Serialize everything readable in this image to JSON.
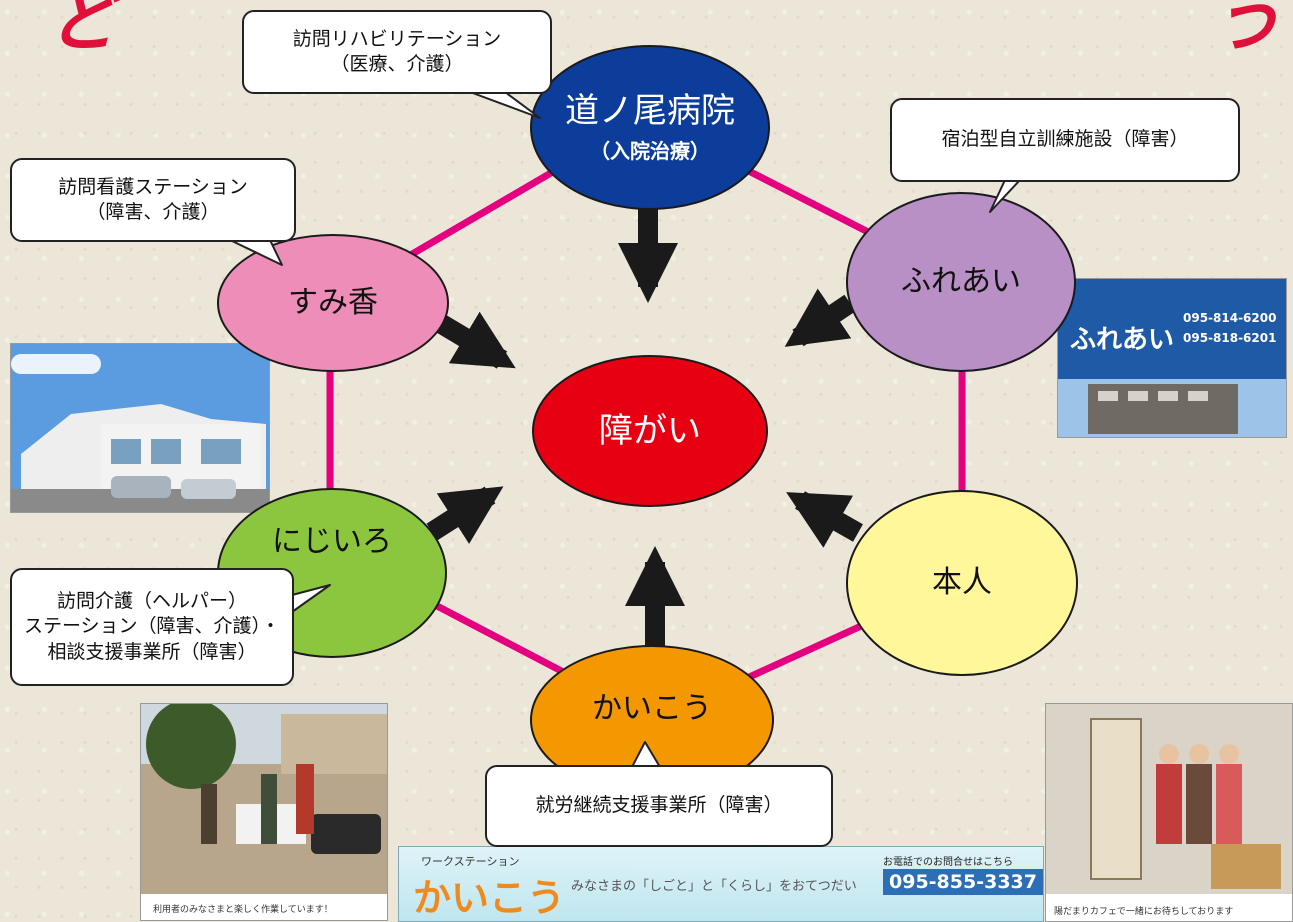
{
  "center": {
    "label": "障がい"
  },
  "nodes": {
    "michinoo": {
      "name": "道ノ尾病院",
      "sub": "（入院治療）"
    },
    "sumika": {
      "name": "すみ香"
    },
    "fureai": {
      "name": "ふれあい"
    },
    "nijiiro": {
      "name": "にじいろ"
    },
    "honnin": {
      "name": "本人"
    },
    "kaikou": {
      "name": "かいこう"
    }
  },
  "bubbles": {
    "rehab": [
      "訪問リハビリテーション",
      "（医療、介護）"
    ],
    "nursing": [
      "訪問看護ステーション",
      "（障害、介護）"
    ],
    "training": [
      "宿泊型自立訓練施設（障害）"
    ],
    "helper": [
      "訪問介護（ヘルパー）",
      "ステーション（障害、介護）・",
      "相談支援事業所（障害）"
    ],
    "work": [
      "就労継続支援事業所（障害）"
    ]
  },
  "fureai_sign": {
    "logo": "ふれあい",
    "tel": "095-814-6200",
    "fax": "095-818-6201"
  },
  "banner": {
    "station_label": "ワークステーション",
    "logo": "かいこう",
    "slogan": "みなさまの「しごと」と「くらし」をおてつだい",
    "call_label": "お電話でのお問合せはこちら",
    "tel": "095-855-3337"
  },
  "captions": {
    "left_photo": "利用者のみなさまと楽しく作業しています！",
    "right_photo": "陽だまりカフェで一緒にお待ちしております"
  },
  "colors": {
    "line": "#e5007f",
    "arrow": "#1a1a1a",
    "center": "#e60012",
    "michinoo": "#0d3d9a",
    "sumika": "#ef8db9",
    "fureai": "#b890c6",
    "nijiiro": "#8cc63f",
    "honnin": "#fff799",
    "kaikou": "#f39800"
  }
}
